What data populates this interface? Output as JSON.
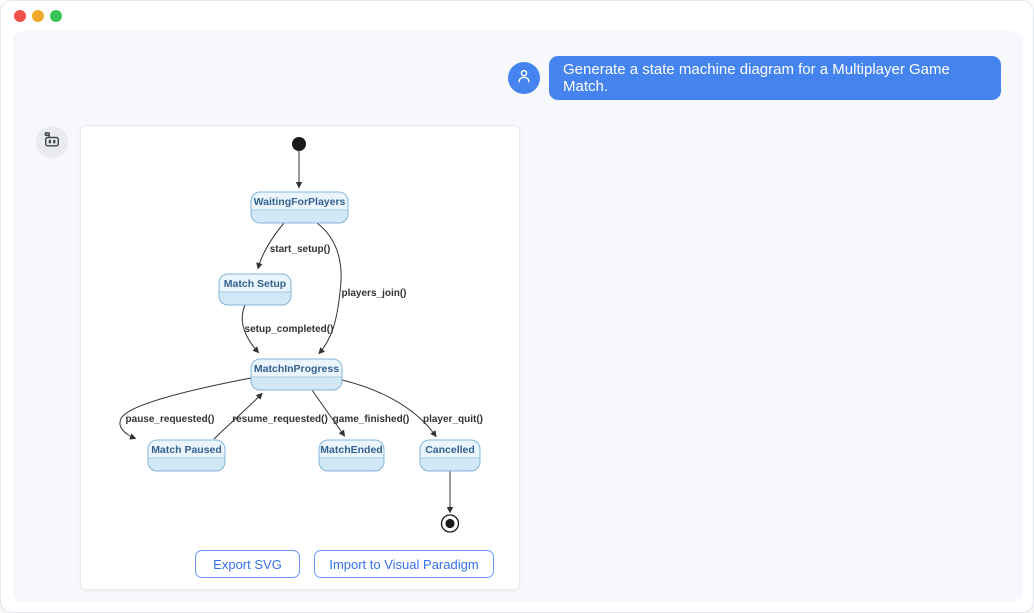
{
  "window": {
    "traffic_lights": [
      {
        "name": "close",
        "color": "#ef5049"
      },
      {
        "name": "minimize",
        "color": "#f0ab2d"
      },
      {
        "name": "zoom",
        "color": "#3cc156"
      }
    ]
  },
  "chat": {
    "user": {
      "message": "Generate a state machine diagram for a Multiplayer Game Match."
    },
    "assistant": {}
  },
  "icons": {
    "user": "user-icon",
    "assistant": "robot-icon"
  },
  "diagram": {
    "type": "state-machine",
    "states": [
      {
        "id": "WaitingForPlayers",
        "label": "WaitingForPlayers"
      },
      {
        "id": "MatchSetup",
        "label": "Match Setup"
      },
      {
        "id": "MatchInProgress",
        "label": "MatchInProgress"
      },
      {
        "id": "MatchPaused",
        "label": "Match Paused"
      },
      {
        "id": "MatchEnded",
        "label": "MatchEnded"
      },
      {
        "id": "Cancelled",
        "label": "Cancelled"
      }
    ],
    "initial_transition": {
      "from": "initial",
      "to": "WaitingForPlayers"
    },
    "final_transition": {
      "from": "Cancelled",
      "to": "final"
    },
    "transitions": [
      {
        "from": "WaitingForPlayers",
        "to": "MatchSetup",
        "label": "start_setup()"
      },
      {
        "from": "WaitingForPlayers",
        "to": "MatchInProgress",
        "label": "players_join()"
      },
      {
        "from": "MatchSetup",
        "to": "MatchInProgress",
        "label": "setup_completed()"
      },
      {
        "from": "MatchInProgress",
        "to": "MatchPaused",
        "label": "pause_requested()"
      },
      {
        "from": "MatchPaused",
        "to": "MatchInProgress",
        "label": "resume_requested()"
      },
      {
        "from": "MatchInProgress",
        "to": "MatchEnded",
        "label": "game_finished()"
      },
      {
        "from": "MatchInProgress",
        "to": "Cancelled",
        "label": "player_quit()"
      }
    ],
    "colors": {
      "state_fill": "#d2e8f7",
      "state_top_fill": "#eaf5fd",
      "state_border": "#84b5d8",
      "state_divider": "#a6cbe2",
      "state_text": "#35618e",
      "edge": "#333333",
      "label_text": "#333333",
      "start_end": "#1a1a1a"
    }
  },
  "actions": {
    "export_svg": "Export SVG",
    "import_vp": "Import to Visual Paradigm"
  },
  "theme": {
    "accent_blue": "#4584ef",
    "panel_bg": "#f7f8fb",
    "card_bg": "#ffffff",
    "button_border": "#6b97f0",
    "button_text": "#3672e8"
  }
}
